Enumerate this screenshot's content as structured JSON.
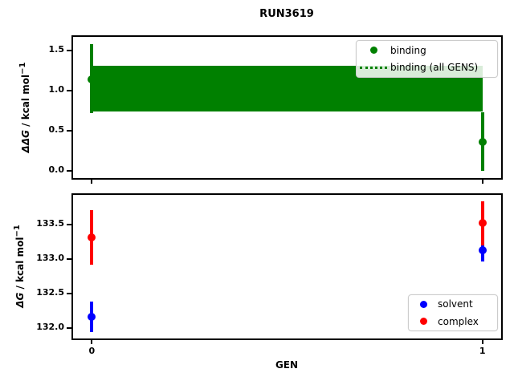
{
  "title": "RUN3619",
  "colors": {
    "binding": "#008000",
    "solvent": "#0000ff",
    "complex": "#ff0000",
    "axes": "#000000",
    "background": "#ffffff"
  },
  "chart_data": [
    {
      "type": "scatter",
      "id": "ddg-vs-gen",
      "ylabel_math": "ΔΔG",
      "ylabel_unit": " / kcal mol",
      "ylabel_sup": "−1",
      "xlim": [
        -0.05,
        1.05
      ],
      "ylim": [
        -0.1,
        1.68
      ],
      "xticks": [
        0,
        1
      ],
      "xtick_labels": null,
      "yticks": [
        0.0,
        0.5,
        1.0,
        1.5
      ],
      "ytick_labels": [
        "0.0",
        "0.5",
        "1.0",
        "1.5"
      ],
      "grid": false,
      "legend_position": "upper right",
      "series": [
        {
          "name": "binding",
          "color": "#008000",
          "x": [
            0,
            1
          ],
          "y": [
            1.14,
            0.36
          ],
          "yerr_lo": [
            0.72,
            0.0
          ],
          "yerr_hi": [
            1.58,
            0.73
          ]
        }
      ],
      "band": {
        "name": "binding (all GENS)",
        "color": "#008000",
        "x": [
          0,
          1
        ],
        "y_lo": 0.74,
        "y_hi": 1.31
      },
      "legend": [
        {
          "label": "binding",
          "marker": "dot",
          "color": "#008000"
        },
        {
          "label": "binding (all GENS)",
          "marker": "dotted-line",
          "color": "#008000"
        }
      ]
    },
    {
      "type": "scatter",
      "id": "dg-vs-gen",
      "ylabel_math": "ΔG",
      "ylabel_unit": " / kcal mol",
      "ylabel_sup": "−1",
      "xlabel": "GEN",
      "xlim": [
        -0.05,
        1.05
      ],
      "ylim": [
        131.84,
        133.94
      ],
      "xticks": [
        0,
        1
      ],
      "xtick_labels": [
        "0",
        "1"
      ],
      "yticks": [
        132.0,
        132.5,
        133.0,
        133.5
      ],
      "ytick_labels": [
        "132.0",
        "132.5",
        "133.0",
        "133.5"
      ],
      "grid": false,
      "legend_position": "lower right",
      "series": [
        {
          "name": "solvent",
          "color": "#0000ff",
          "x": [
            0,
            1
          ],
          "y": [
            132.16,
            133.13
          ],
          "yerr_lo": [
            131.95,
            132.97
          ],
          "yerr_hi": [
            132.38,
            133.31
          ]
        },
        {
          "name": "complex",
          "color": "#ff0000",
          "x": [
            0,
            1
          ],
          "y": [
            133.31,
            133.52
          ],
          "yerr_lo": [
            132.92,
            133.2
          ],
          "yerr_hi": [
            133.71,
            133.84
          ]
        }
      ],
      "legend": [
        {
          "label": "solvent",
          "marker": "dot",
          "color": "#0000ff"
        },
        {
          "label": "complex",
          "marker": "dot",
          "color": "#ff0000"
        }
      ]
    }
  ]
}
